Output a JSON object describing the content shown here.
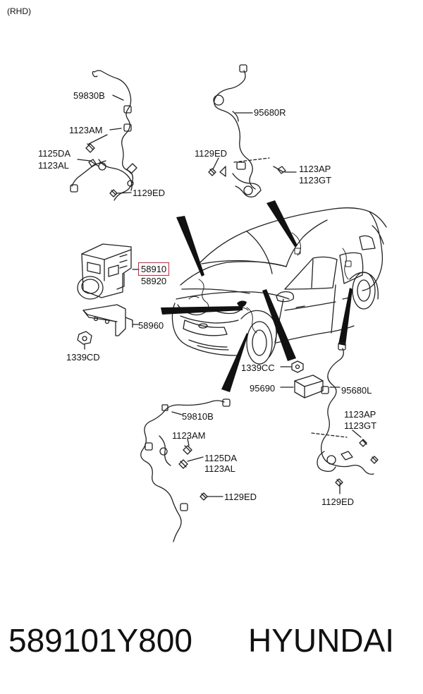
{
  "note": "(RHD)",
  "labels": {
    "l59830B": "59830B",
    "l1123AM_a": "1123AM",
    "l1125DA_a": "1125DA",
    "l1123AL_a": "1123AL",
    "l1129ED_a": "1129ED",
    "l95680R": "95680R",
    "l1129ED_b": "1129ED",
    "l1123AP_a": "1123AP",
    "l1123GT_a": "1123GT",
    "l58910": "58910",
    "l58920": "58920",
    "l58960": "58960",
    "l1339CD": "1339CD",
    "l1339CC": "1339CC",
    "l95690": "95690",
    "l95680L": "95680L",
    "l59810B": "59810B",
    "l1123AM_b": "1123AM",
    "l1125DA_b": "1125DA",
    "l1123AL_b": "1123AL",
    "l1129ED_c": "1129ED",
    "l1123AP_b": "1123AP",
    "l1123GT_b": "1123GT",
    "l1129ED_d": "1129ED"
  },
  "footer": {
    "part_number": "589101Y800",
    "brand": "HYUNDAI"
  },
  "colors": {
    "highlight": "#d8203a",
    "ink": "#111111"
  }
}
